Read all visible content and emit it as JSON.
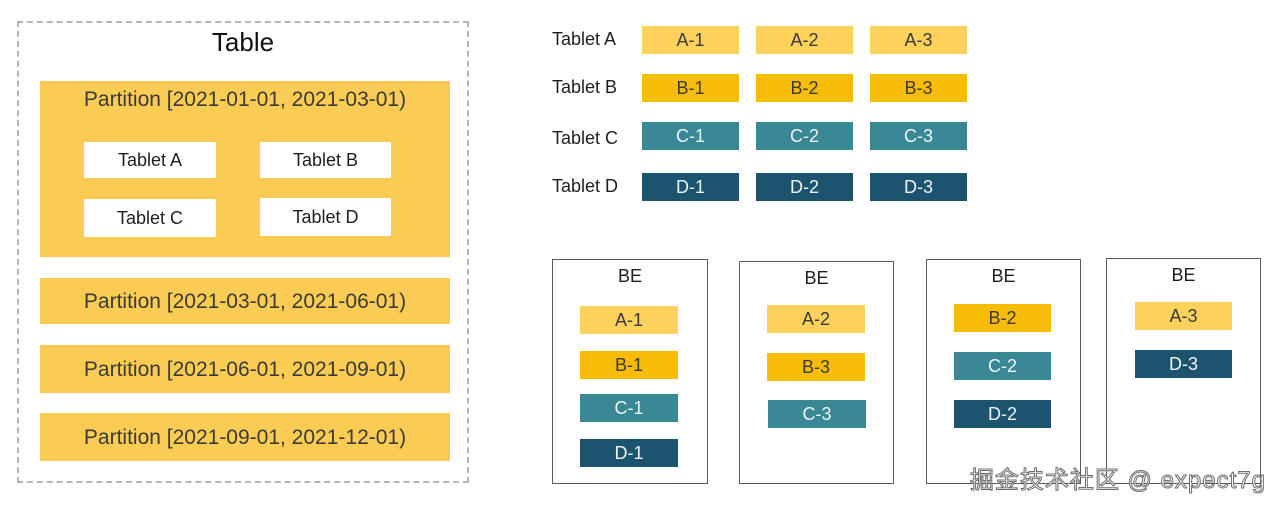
{
  "table": {
    "title": "Table",
    "partitions": [
      "Partition [2021-01-01, 2021-03-01)",
      "Partition [2021-03-01, 2021-06-01)",
      "Partition [2021-06-01, 2021-09-01)",
      "Partition [2021-09-01, 2021-12-01)"
    ],
    "inner_tablets": [
      "Tablet A",
      "Tablet B",
      "Tablet C",
      "Tablet D"
    ]
  },
  "tablet_rows": [
    {
      "label": "Tablet A",
      "replicas": [
        "A-1",
        "A-2",
        "A-3"
      ],
      "color": "#fcd15c"
    },
    {
      "label": "Tablet B",
      "replicas": [
        "B-1",
        "B-2",
        "B-3"
      ],
      "color": "#f6bc06"
    },
    {
      "label": "Tablet C",
      "replicas": [
        "C-1",
        "C-2",
        "C-3"
      ],
      "color": "#3a8796"
    },
    {
      "label": "Tablet D",
      "replicas": [
        "D-1",
        "D-2",
        "D-3"
      ],
      "color": "#1c5470"
    }
  ],
  "be_nodes": [
    {
      "title": "BE",
      "replicas": [
        "A-1",
        "B-1",
        "C-1",
        "D-1"
      ]
    },
    {
      "title": "BE",
      "replicas": [
        "A-2",
        "B-3",
        "C-3"
      ]
    },
    {
      "title": "BE",
      "replicas": [
        "B-2",
        "C-2",
        "D-2"
      ]
    },
    {
      "title": "BE",
      "replicas": [
        "A-3",
        "D-3"
      ]
    }
  ],
  "watermark": "掘金技术社区 @ expect7g"
}
